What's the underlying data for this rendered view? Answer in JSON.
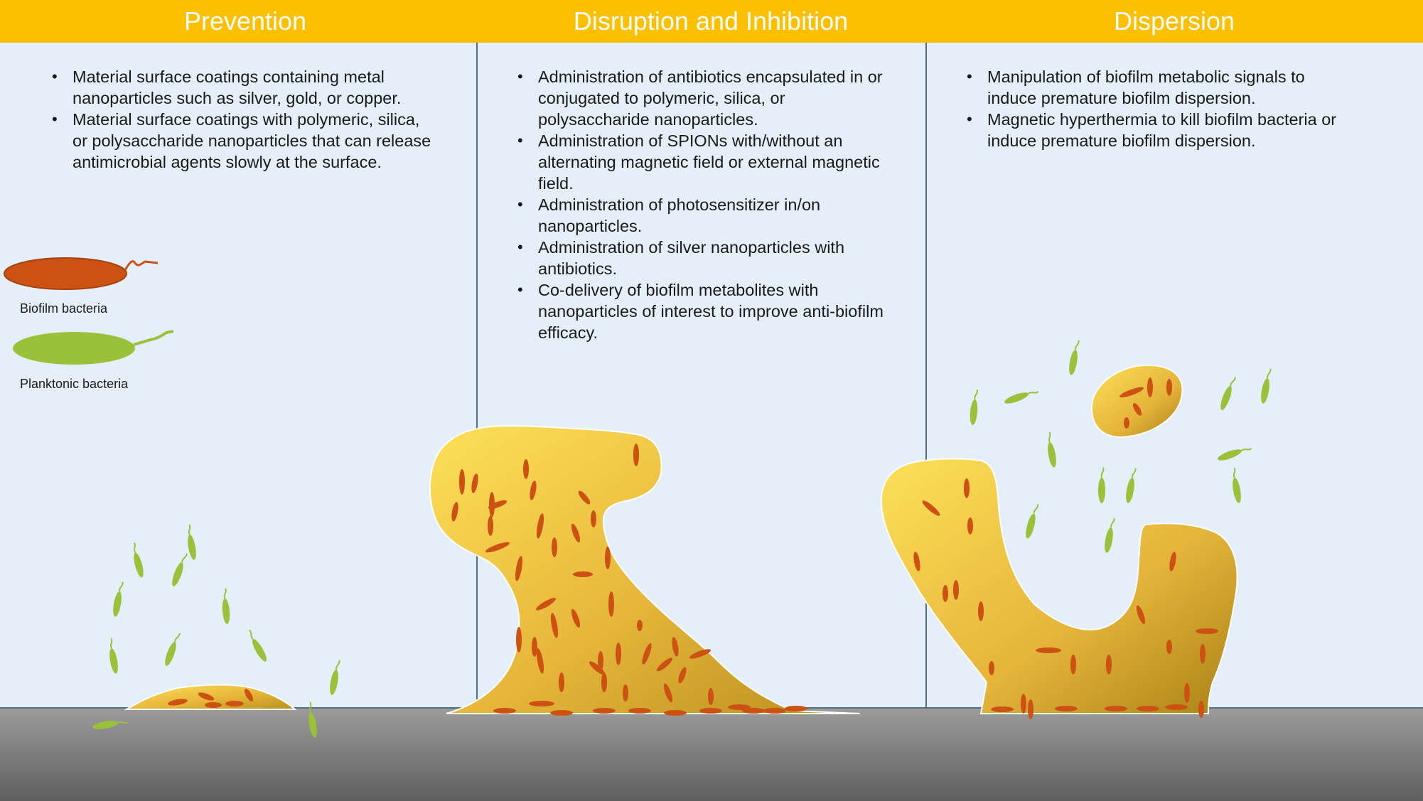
{
  "header": {
    "columns": [
      {
        "title": "Prevention"
      },
      {
        "title": "Disruption and Inhibition"
      },
      {
        "title": "Dispersion"
      }
    ]
  },
  "panels": {
    "prevention": {
      "bullets": [
        "Material surface coatings containing metal nanoparticles such as silver, gold, or copper.",
        "Material surface coatings with polymeric, silica, or polysaccharide nanoparticles that can release antimicrobial agents slowly at the surface."
      ]
    },
    "disruption": {
      "bullets": [
        "Administration of antibiotics encapsulated in or conjugated to polymeric, silica, or polysaccharide nanoparticles.",
        "Administration of SPIONs with/without an alternating magnetic field or external magnetic field.",
        "Administration of photosensitizer in/on nanoparticles.",
        "Administration of silver nanoparticles with antibiotics.",
        "Co-delivery of biofilm metabolites with nanoparticles of interest to improve anti-biofilm efficacy."
      ]
    },
    "dispersion": {
      "bullets": [
        "Manipulation of biofilm metabolic signals to induce premature biofilm dispersion.",
        "Magnetic hyperthermia to kill biofilm bacteria or induce premature biofilm dispersion."
      ]
    }
  },
  "legend": {
    "biofilm_label": "Biofilm bacteria",
    "planktonic_label": "Planktonic bacteria"
  },
  "colors": {
    "header": "#fcc000",
    "panel": "#e4eff9",
    "biofilm_matrix": "#f5c842",
    "biofilm_bacteria": "#cc5214",
    "planktonic_bacteria": "#9bc03a",
    "surface": "#7a7878"
  }
}
